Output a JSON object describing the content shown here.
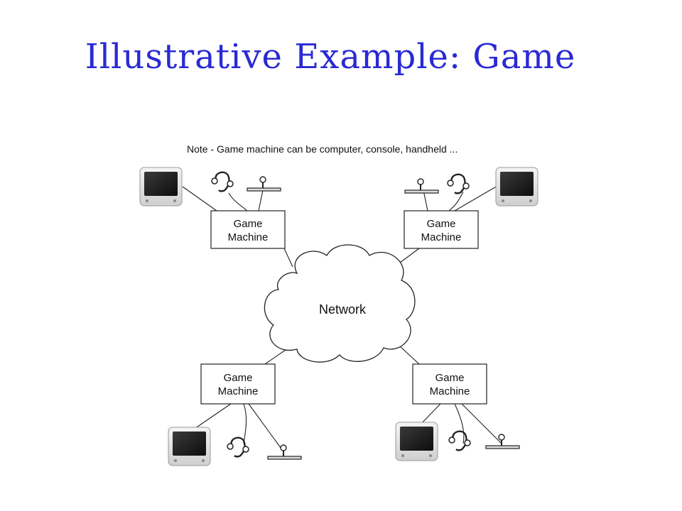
{
  "title": "Illustrative Example: Game",
  "diagram": {
    "note": "Note - Game machine can be computer, console, handheld ...",
    "network_label": "Network",
    "machines": [
      {
        "label_line1": "Game",
        "label_line2": "Machine"
      },
      {
        "label_line1": "Game",
        "label_line2": "Machine"
      },
      {
        "label_line1": "Game",
        "label_line2": "Machine"
      },
      {
        "label_line1": "Game",
        "label_line2": "Machine"
      }
    ],
    "peripheral_icons": [
      "monitor-icon",
      "headset-icon",
      "joystick-icon"
    ],
    "colors": {
      "title": "#2a2ad4",
      "line": "#222222",
      "screen": "#1a1a1a",
      "monitor_body": "#e6e6e6"
    }
  }
}
